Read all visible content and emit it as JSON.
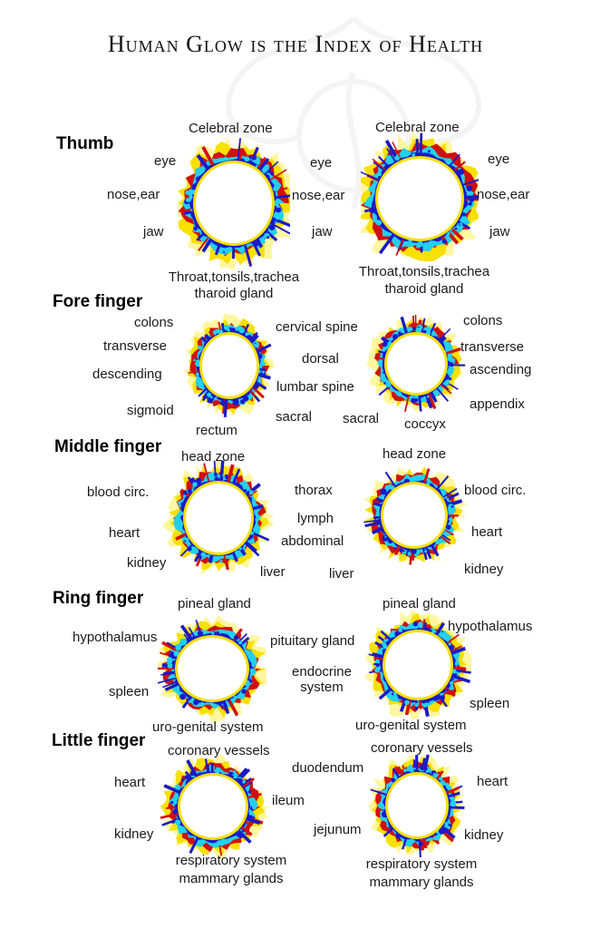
{
  "title": "Human Glow is the Index of Health",
  "fingers": {
    "thumb": {
      "name": "Thumb",
      "left": {
        "top": "Celebral zone",
        "eye": "eye",
        "nose_ear": "nose,ear",
        "jaw": "jaw",
        "bottom1": "Throat,tonsils,trachea",
        "bottom2": "tharoid gland"
      },
      "right": {
        "top": "Celebral zone",
        "eye": "eye",
        "nose_ear": "nose,ear",
        "jaw": "jaw",
        "bottom1": "Throat,tonsils,trachea",
        "bottom2": "tharoid gland"
      },
      "between": {
        "eye": "eye",
        "nose_ear": "nose,ear",
        "jaw": "jaw"
      }
    },
    "fore": {
      "name": "Fore finger",
      "left": {
        "colons": "colons",
        "transverse": "transverse",
        "descending": "descending",
        "sigmoid": "sigmoid",
        "rectum": "rectum",
        "sacral": "sacral"
      },
      "middle": {
        "cervical": "cervical spine",
        "dorsal": "dorsal",
        "lumbar": "lumbar spine",
        "sacral": "sacral"
      },
      "right": {
        "colons": "colons",
        "transverse": "transverse",
        "ascending": "ascending",
        "appendix": "appendix",
        "coccyx": "coccyx"
      }
    },
    "middle": {
      "name": "Middle finger",
      "left": {
        "top": "head zone",
        "blood": "blood circ.",
        "heart": "heart",
        "kidney": "kidney",
        "liver": "liver"
      },
      "middle": {
        "thorax": "thorax",
        "lymph": "lymph",
        "abdominal": "abdominal"
      },
      "right": {
        "top": "head zone",
        "blood": "blood circ.",
        "heart": "heart",
        "kidney": "kidney",
        "liver": "liver"
      }
    },
    "ring": {
      "name": "Ring finger",
      "left": {
        "top": "pineal gland",
        "hypo": "hypothalamus",
        "spleen": "spleen",
        "bottom": "uro-genital system"
      },
      "middle": {
        "pituitary": "pituitary gland",
        "endo1": "endocrine",
        "endo2": "system"
      },
      "right": {
        "top": "pineal gland",
        "hypo": "hypothalamus",
        "spleen": "spleen",
        "bottom": "uro-genital system"
      }
    },
    "little": {
      "name": "Little finger",
      "left": {
        "top": "coronary vessels",
        "heart": "heart",
        "kidney": "kidney",
        "ileum": "ileum",
        "bottom1": "respiratory system",
        "bottom2": "mammary glands"
      },
      "right": {
        "top": "coronary vessels",
        "duodenum": "duodendum",
        "jejunum": "jejunum",
        "heart": "heart",
        "kidney": "kidney",
        "bottom1": "respiratory system",
        "bottom2": "mammary glands"
      }
    }
  },
  "colors": {
    "cyan": "#22d0ee",
    "blue": "#1a1ac8",
    "red": "#d01010",
    "yellow": "#f8e000",
    "pale": "#fff6a0"
  }
}
